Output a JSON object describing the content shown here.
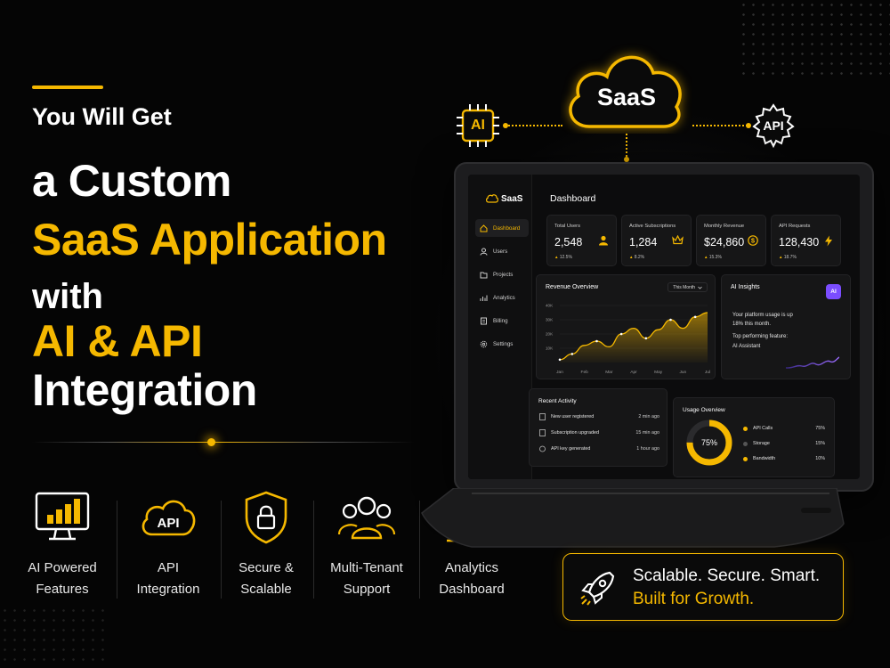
{
  "headline": {
    "line1": "You Will Get",
    "line2": "a Custom",
    "line3": "SaaS Application",
    "line4": "with",
    "line5": "AI & API",
    "line6": "Integration"
  },
  "features": [
    {
      "label": "AI Powered\nFeatures",
      "icon": "chart-monitor-icon"
    },
    {
      "label": "API\nIntegration",
      "icon": "api-cloud-icon"
    },
    {
      "label": "Secure &\nScalable",
      "icon": "shield-lock-icon"
    },
    {
      "label": "Multi-Tenant\nSupport",
      "icon": "users-icon"
    },
    {
      "label": "Analytics\nDashboard",
      "icon": "bar-chart-icon"
    }
  ],
  "diagram": {
    "cloud": "SaaS",
    "chip": "AI",
    "gear": "API"
  },
  "dashboard": {
    "logo": "SaaS",
    "title": "Dashboard",
    "nav": [
      "Dashboard",
      "Users",
      "Projects",
      "Analytics",
      "Billing",
      "Settings"
    ],
    "stats": [
      {
        "title": "Total Users",
        "value": "2,548",
        "delta": "12.5%",
        "icon": "user-icon"
      },
      {
        "title": "Active Subscriptions",
        "value": "1,284",
        "delta": "8.2%",
        "icon": "crown-icon"
      },
      {
        "title": "Monthly Revenue",
        "value": "$24,860",
        "delta": "15.3%",
        "icon": "dollar-icon"
      },
      {
        "title": "API Requests",
        "value": "128,430",
        "delta": "18.7%",
        "icon": "bolt-icon"
      }
    ],
    "revenue": {
      "title": "Revenue Overview",
      "range": "This Month"
    },
    "insights": {
      "title": "AI Insights",
      "badge": "AI",
      "p1": "Your platform usage is up",
      "p2": "18% this month.",
      "p3": "Top performing feature:",
      "p4": "AI Assistant"
    },
    "activity": {
      "title": "Recent Activity",
      "items": [
        {
          "text": "New user registered",
          "time": "2 min ago"
        },
        {
          "text": "Subscription upgraded",
          "time": "15 min ago"
        },
        {
          "text": "API key generated",
          "time": "1 hour ago"
        }
      ]
    },
    "usage": {
      "title": "Usage Overview",
      "center": "75%",
      "items": [
        {
          "name": "API Calls",
          "pct": "75%",
          "color": "#f5b800"
        },
        {
          "name": "Storage",
          "pct": "15%",
          "color": "#555555"
        },
        {
          "name": "Bandwidth",
          "pct": "10%",
          "color": "#f5b800"
        }
      ]
    }
  },
  "chart_data": {
    "type": "area",
    "title": "Revenue Overview",
    "categories": [
      "Jan",
      "Feb",
      "Mar",
      "Apr",
      "May",
      "Jun",
      "Jul"
    ],
    "x": [
      "Jan",
      "",
      "Feb",
      "",
      "Mar",
      "",
      "Apr",
      "",
      "May",
      "",
      "Jun",
      "",
      "Jul"
    ],
    "values": [
      2,
      6,
      12,
      15,
      11,
      20,
      24,
      17,
      23,
      30,
      24,
      32,
      35
    ],
    "yticks": [
      "40K",
      "30K",
      "20K",
      "10K"
    ],
    "ylim": [
      0,
      40
    ],
    "grid": true
  },
  "banner": {
    "line1": "Scalable. Secure. Smart.",
    "line2": "Built for Growth."
  },
  "colors": {
    "accent": "#f5b800",
    "background": "#050505",
    "ai_badge": "#7b4dff"
  }
}
